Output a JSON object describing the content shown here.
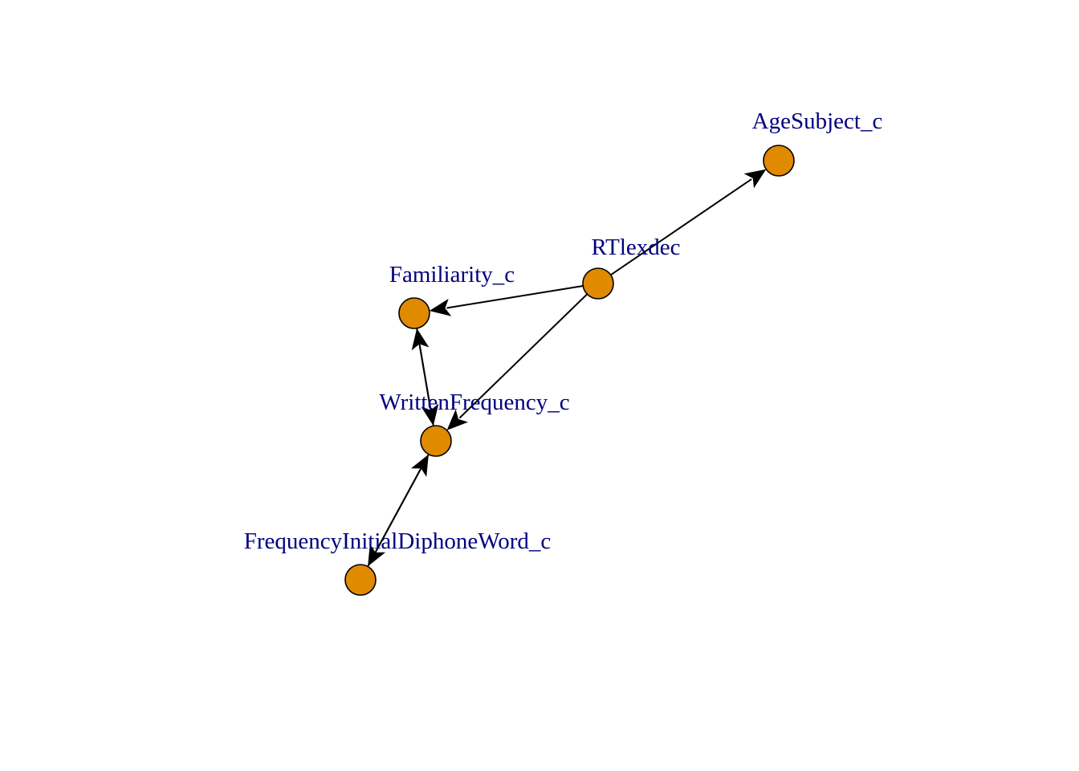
{
  "graph": {
    "nodes": [
      {
        "id": "AgeSubject_c",
        "label": "AgeSubject_c"
      },
      {
        "id": "RTlexdec",
        "label": "RTlexdec"
      },
      {
        "id": "Familiarity_c",
        "label": "Familiarity_c"
      },
      {
        "id": "WrittenFrequency_c",
        "label": "WrittenFrequency_c"
      },
      {
        "id": "FrequencyInitialDiphoneWord_c",
        "label": "FrequencyInitialDiphoneWord_c"
      }
    ],
    "edges": [
      {
        "from": "RTlexdec",
        "to": "AgeSubject_c"
      },
      {
        "from": "RTlexdec",
        "to": "Familiarity_c"
      },
      {
        "from": "RTlexdec",
        "to": "WrittenFrequency_c"
      },
      {
        "from": "WrittenFrequency_c",
        "to": "Familiarity_c"
      },
      {
        "from": "Familiarity_c",
        "to": "WrittenFrequency_c"
      },
      {
        "from": "FrequencyInitialDiphoneWord_c",
        "to": "WrittenFrequency_c"
      },
      {
        "from": "WrittenFrequency_c",
        "to": "FrequencyInitialDiphoneWord_c"
      }
    ],
    "node_color": "#e08a00",
    "label_color": "#00007f",
    "edge_color": "#000000"
  }
}
